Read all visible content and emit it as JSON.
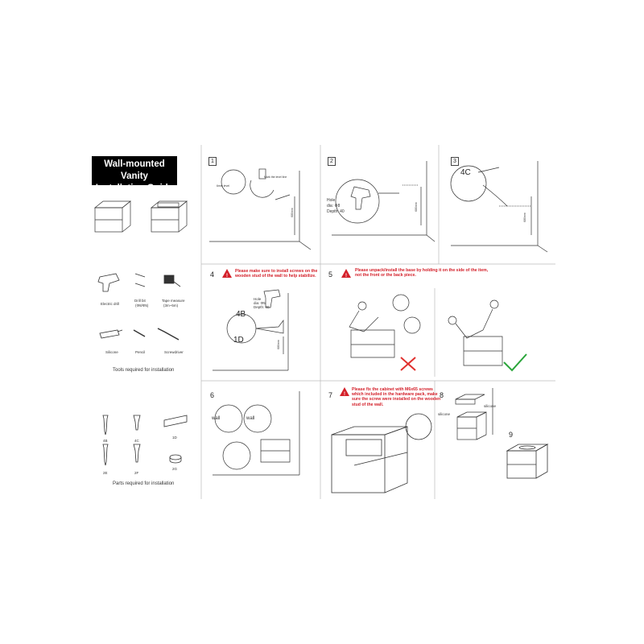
{
  "guide": {
    "title_line1": "Wall-mounted Vanity",
    "title_line2": "Installation Guide"
  },
  "tools": {
    "items": [
      {
        "name": "Electric drill"
      },
      {
        "name": "Drill bit",
        "sub": "(Φ8/Φ5)"
      },
      {
        "name": "Tape measure",
        "sub": "(3m~5m)"
      },
      {
        "name": "Silicone"
      },
      {
        "name": "Pencil"
      },
      {
        "name": "Screwdriver"
      }
    ],
    "caption": "Tools  required   for  installation"
  },
  "parts": {
    "items": [
      "4B",
      "4C",
      "1D",
      "2E",
      "2F",
      "2G"
    ],
    "caption": "Parts required for installation"
  },
  "steps": {
    "s1": {
      "num": "1",
      "label_a": "6mm level",
      "label_b": "Mark the level line",
      "dim": "680mm"
    },
    "s2": {
      "num": "2",
      "hole": "Hole",
      "dia": "dia: Φ8",
      "depth": "Depth: 40",
      "dim": "680mm"
    },
    "s3": {
      "num": "3",
      "part": "4C",
      "dim": "680mm"
    },
    "s4": {
      "num": "4",
      "warning_line1": "Please make sure to install screws on the",
      "warning_line2": "wooden stud of the wall to help stabilize.",
      "hole": "Hole",
      "dia": "dia: Φ5",
      "depth": "Depth: 40",
      "part_a": "4B",
      "part_b": "1D",
      "dim": "680mm"
    },
    "s5": {
      "num": "5",
      "warning_line1": "Please unpack/install the base by holding it on the side of the item,",
      "warning_line2": "not the front or the back piece."
    },
    "s6": {
      "num": "6",
      "wall_a": "wall",
      "wall_b": "wall"
    },
    "s7": {
      "num": "7",
      "warning_line1": "Please fix the cabinet with M6x65 screws",
      "warning_line2": "which included in the hardware pack, make",
      "warning_line3": "sure the screw were installed on the wooden",
      "warning_line4": "stud of the wall."
    },
    "s8": {
      "num": "8",
      "silicone_a": "silicone",
      "silicone_b": "silicone"
    },
    "s9": {
      "num": "9"
    }
  },
  "colors": {
    "accent_red": "#d4202a",
    "check_green": "#2aa53a",
    "cross_red": "#e0302e"
  }
}
